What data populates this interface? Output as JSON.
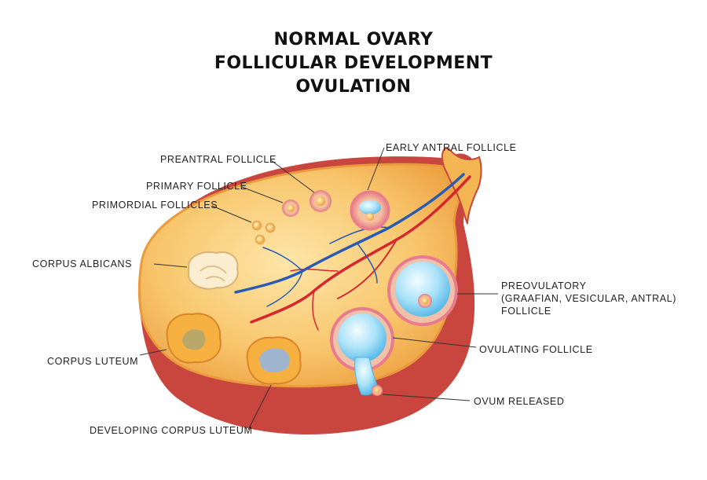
{
  "title": {
    "line1": "NORMAL OVARY",
    "line2": "FOLLICULAR DEVELOPMENT",
    "line3": "OVULATION"
  },
  "labels": {
    "preantral_follicle": "PREANTRAL FOLLICLE",
    "primary_follicle": "PRIMARY FOLLICLE",
    "primordial_follicles": "PRIMORDIAL FOLLICLES",
    "corpus_albicans": "CORPUS ALBICANS",
    "corpus_luteum": "CORPUS LUTEUM",
    "developing_corpus_luteum": "DEVELOPING CORPUS LUTEUM",
    "early_antral_follicle": "EARLY ANTRAL FOLLICLE",
    "preovulatory_line1": "PREOVULATORY",
    "preovulatory_line2": "(GRAAFIAN, VESICULAR, ANTRAL)",
    "preovulatory_line3": "FOLLICLE",
    "ovulating_follicle": "OVULATING FOLLICLE",
    "ovum_released": "OVUM RELEASED"
  },
  "colors": {
    "ovary_fill": "#f5b552",
    "ovary_rim": "#d94b3b",
    "ovary_inner": "#f8c877",
    "artery": "#d6262e",
    "vein": "#2a5bb4",
    "antrum": "#8fd3f4",
    "follicle_ring": "#e87b8c"
  }
}
